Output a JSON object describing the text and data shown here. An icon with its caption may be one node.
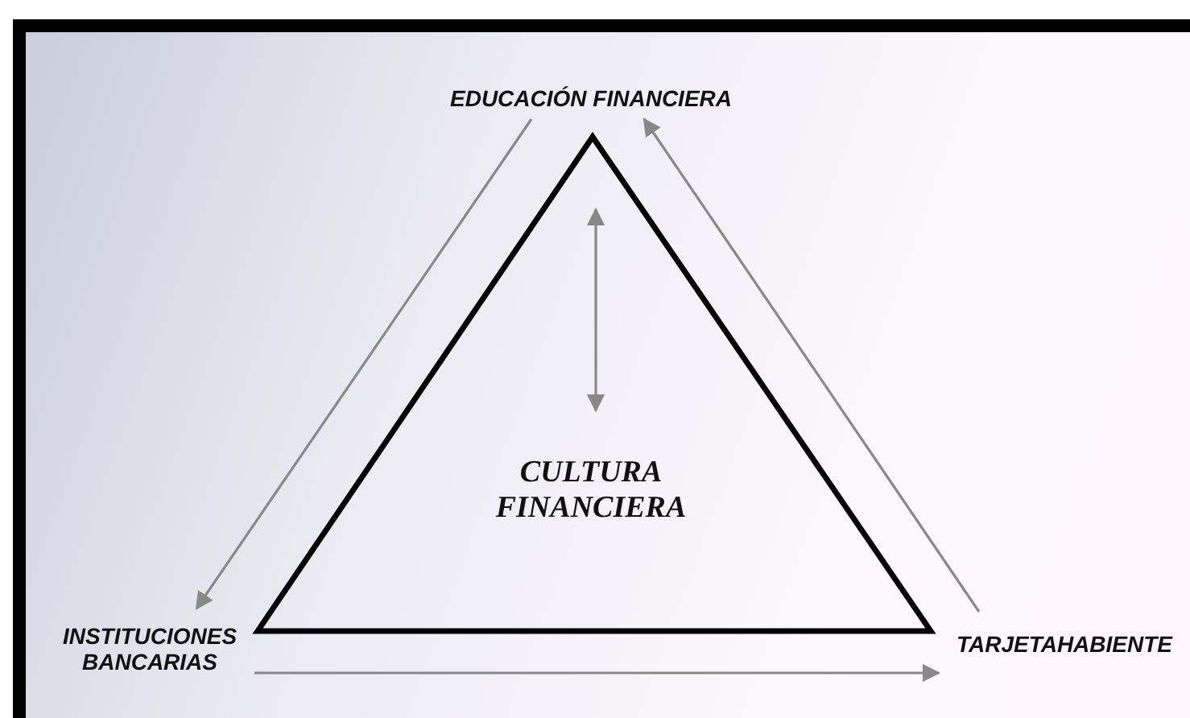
{
  "diagram": {
    "nodes": [
      {
        "text": [
          "EDUCACIÓN FINANCIERA"
        ]
      },
      {
        "text": [
          "CULTURA FINANCIERA"
        ]
      },
      {
        "text": [
          "INSTITUCIONES BANCARIAS"
        ]
      },
      {
        "text": [
          "TARJETAHABIENTE"
        ]
      }
    ],
    "edges": [
      {
        "from": 0,
        "to": 2,
        "arrow": "to"
      },
      {
        "from": 2,
        "to": 3,
        "arrow": "to"
      },
      {
        "from": 3,
        "to": 0,
        "arrow": "to"
      }
    ]
  }
}
